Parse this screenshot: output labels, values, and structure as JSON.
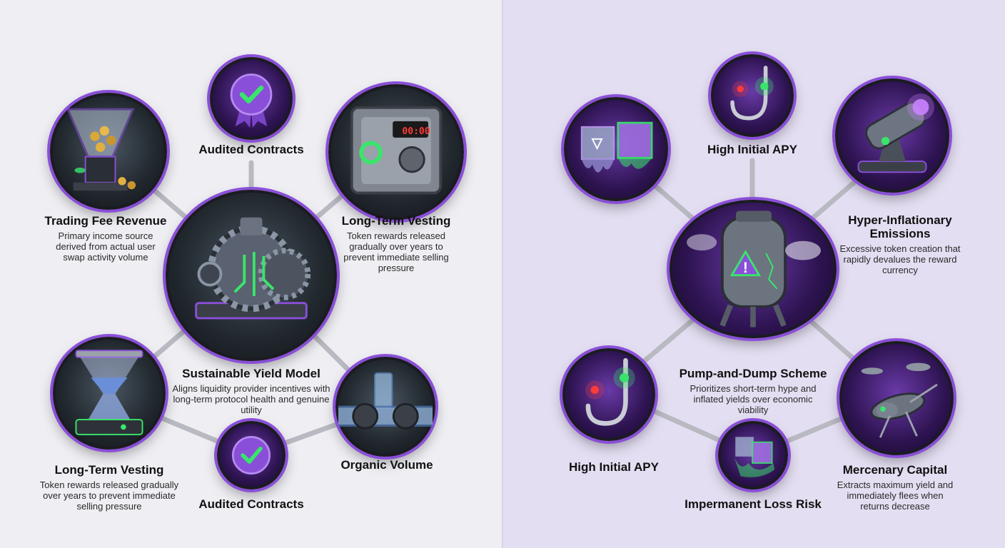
{
  "left": {
    "center": {
      "title": "Sustainable Yield Model",
      "desc": "Aligns liquidity provider incentives with long-term protocol health and genuine utility"
    },
    "trading_fee": {
      "title": "Trading Fee Revenue",
      "desc": "Primary income source derived from actual user swap activity volume"
    },
    "audited_top": {
      "title": "Audited Contracts"
    },
    "vesting_top": {
      "title": "Long-Term Vesting",
      "desc": "Token rewards released gradually over years to prevent immediate selling pressure"
    },
    "vesting_bottom": {
      "title": "Long-Term Vesting",
      "desc": "Token rewards released gradually over years to prevent immediate selling pressure"
    },
    "audited_bottom": {
      "title": "Audited Contracts"
    },
    "organic": {
      "title": "Organic Volume"
    },
    "vault_display": "00:00"
  },
  "right": {
    "center": {
      "title": "Pump-and-Dump Scheme",
      "desc": "Prioritizes short-term hype and inflated yields over economic viability"
    },
    "apy_top": {
      "title": "High Initial APY"
    },
    "inflation": {
      "title": "Hyper-Inflationary Emissions",
      "desc": "Excessive token creation that rapidly devalues the reward currency"
    },
    "apy_bottom": {
      "title": "High Initial APY"
    },
    "impermanent": {
      "title": "Impermanent Loss Risk"
    },
    "mercenary": {
      "title": "Mercenary Capital",
      "desc": "Extracts maximum yield and immediately flees when returns decrease"
    }
  },
  "colors": {
    "accent_purple": "#8a4fd8",
    "accent_green": "#39e66b",
    "left_bg": "#eeeef3",
    "right_bg": "#e4def2",
    "connector": "#b9b9c2"
  },
  "icons": [
    "coin-hopper-icon",
    "audit-seal-icon",
    "vault-safe-icon",
    "gear-machine-icon",
    "sand-timer-icon",
    "pipe-valve-icon",
    "fishing-hook-icon",
    "melting-cube-icon",
    "token-cannon-icon",
    "cracked-tank-icon",
    "locust-swarm-icon"
  ]
}
